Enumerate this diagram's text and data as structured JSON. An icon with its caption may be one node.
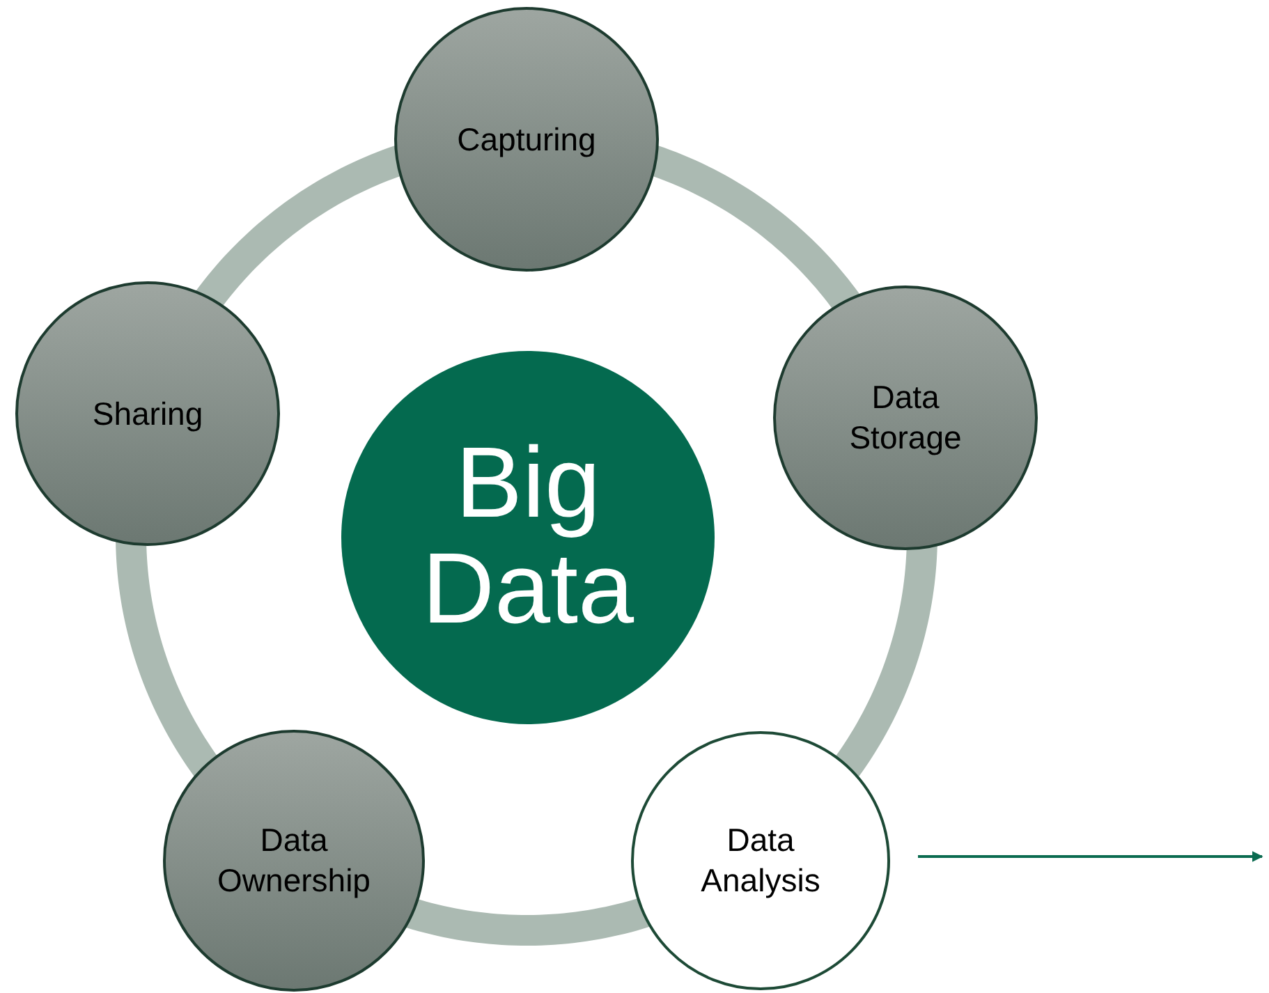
{
  "diagram": {
    "nodes": [
      {
        "text": [
          "Capturing"
        ]
      },
      {
        "text": [
          "Sharing"
        ]
      },
      {
        "text": [
          "Data Storage"
        ]
      },
      {
        "text": [
          "Big Data"
        ]
      },
      {
        "text": [
          "Data Ownership"
        ]
      },
      {
        "text": [
          "Data Analysis"
        ]
      }
    ],
    "edges": [
      {
        "from": 0,
        "to": 2,
        "arrow": "none"
      },
      {
        "from": 2,
        "to": 5,
        "arrow": "none"
      },
      {
        "from": 5,
        "to": 4,
        "arrow": "none"
      },
      {
        "from": 4,
        "to": 1,
        "arrow": "none"
      },
      {
        "from": 1,
        "to": 0,
        "arrow": "none"
      },
      {
        "from": 5,
        "to": null,
        "arrow": "to",
        "color": "#0a6b50"
      }
    ]
  }
}
